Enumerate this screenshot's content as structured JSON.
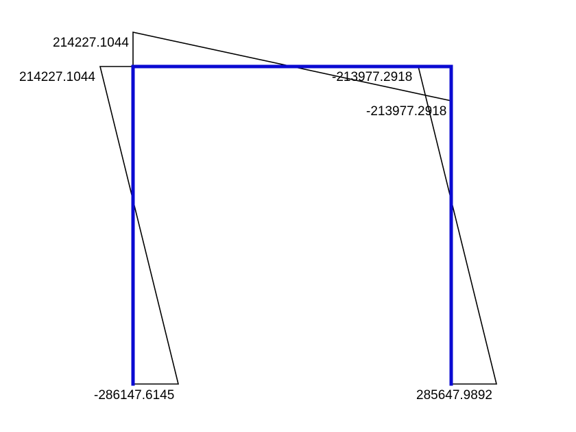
{
  "colors": {
    "frame": "#0a0ad2",
    "diagram_line": "#000000",
    "label_text": "#000000",
    "background": "#ffffff"
  },
  "labels": {
    "left_column_top": "214227.1044",
    "left_beam_end": "214227.1044",
    "right_beam_end": "-213977.2918",
    "right_column_top": "-213977.2918",
    "left_column_base": "-286147.6145",
    "right_column_base": "285647.9892"
  }
}
